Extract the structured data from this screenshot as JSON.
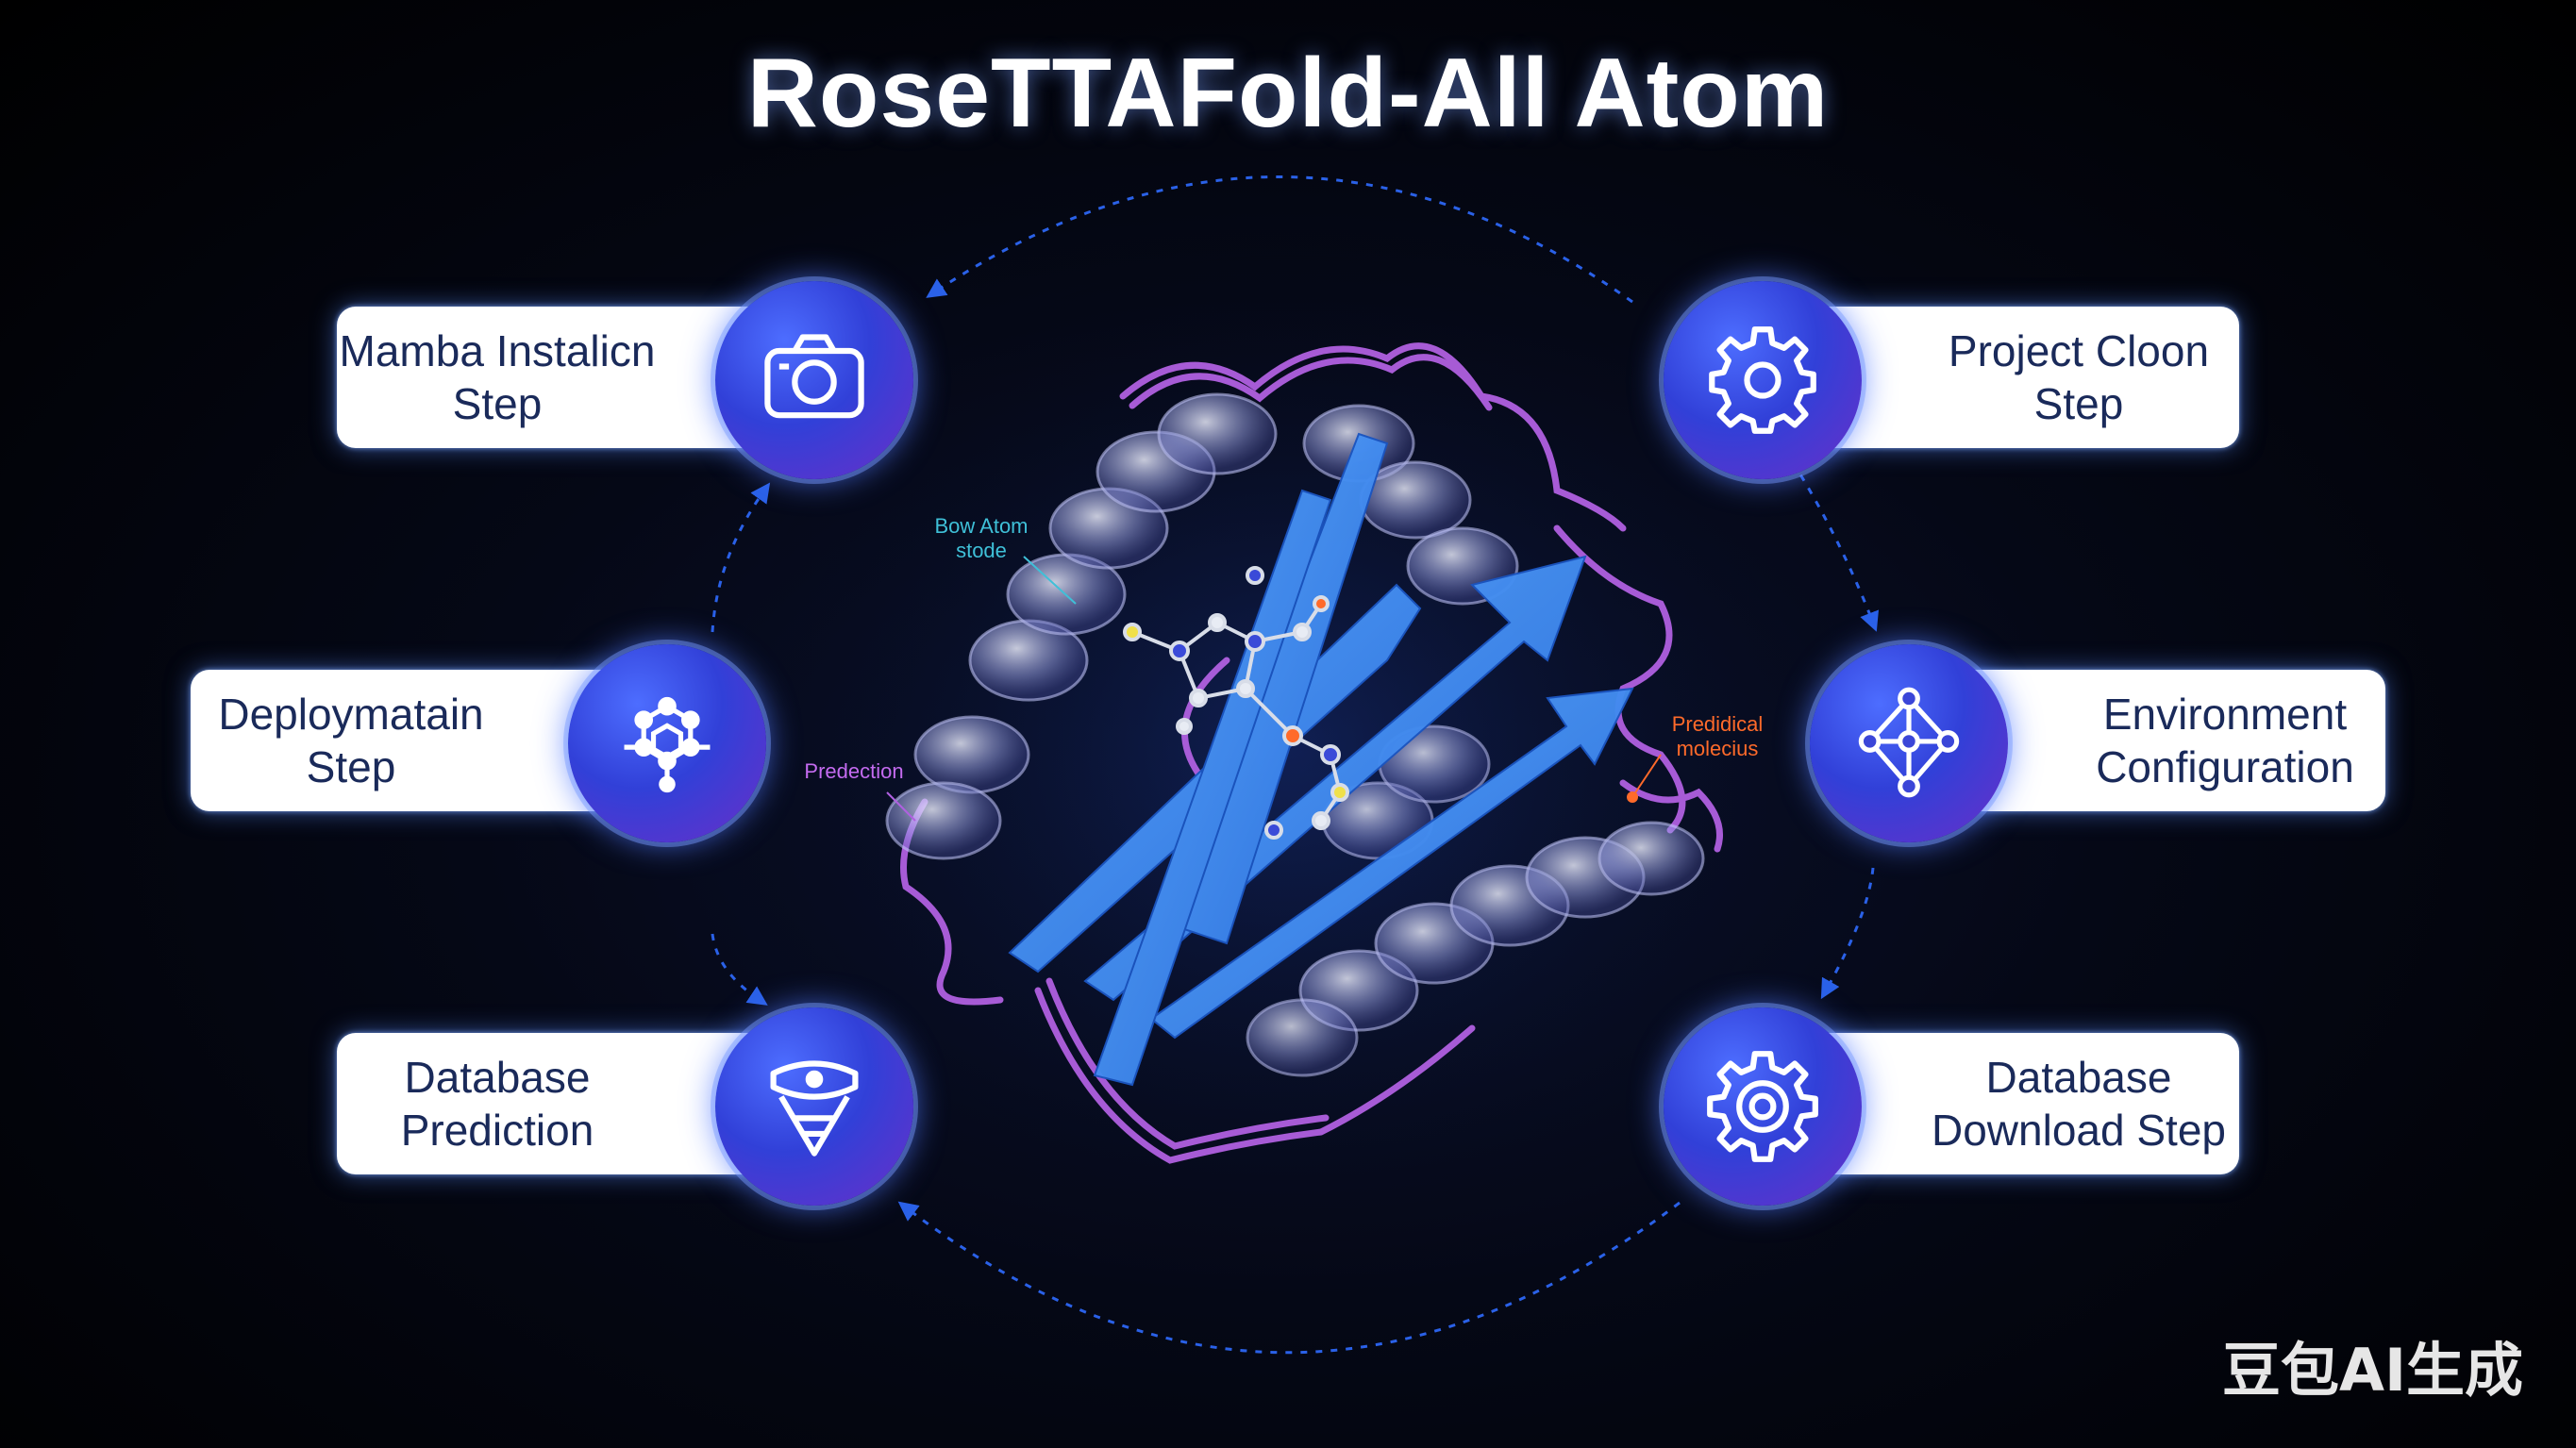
{
  "title": "RoseTTAFold-All Atom",
  "steps": {
    "mamba": "Mamba Instalicn\nStep",
    "project": "Project Cloon\nStep",
    "deploy": "Deploymatain\nStep",
    "environment": "Environment\nConfiguration",
    "prediction": "Database\nPrediction",
    "download": "Database\nDownload Step"
  },
  "molecule_labels": {
    "bow_atom": "Bow Atom\nstode",
    "prediction": "Predection",
    "predicted_molecule": "Predidical\nmolecius"
  },
  "watermark": "豆包AI生成",
  "colors": {
    "background": "#000000",
    "card": "#ffffff",
    "card_text": "#1a2a5a",
    "icon_blue": "#3140d8",
    "icon_purple": "#6a2fc8",
    "arrow": "#2f6bff",
    "ribbon_blue": "#3d8df0",
    "coil_purple": "#b060e0"
  },
  "icons": {
    "mamba": "camera-icon",
    "project": "gear-icon",
    "deploy": "network-icon",
    "environment": "node-graph-icon",
    "prediction": "funnel-icon",
    "download": "gear-icon"
  }
}
